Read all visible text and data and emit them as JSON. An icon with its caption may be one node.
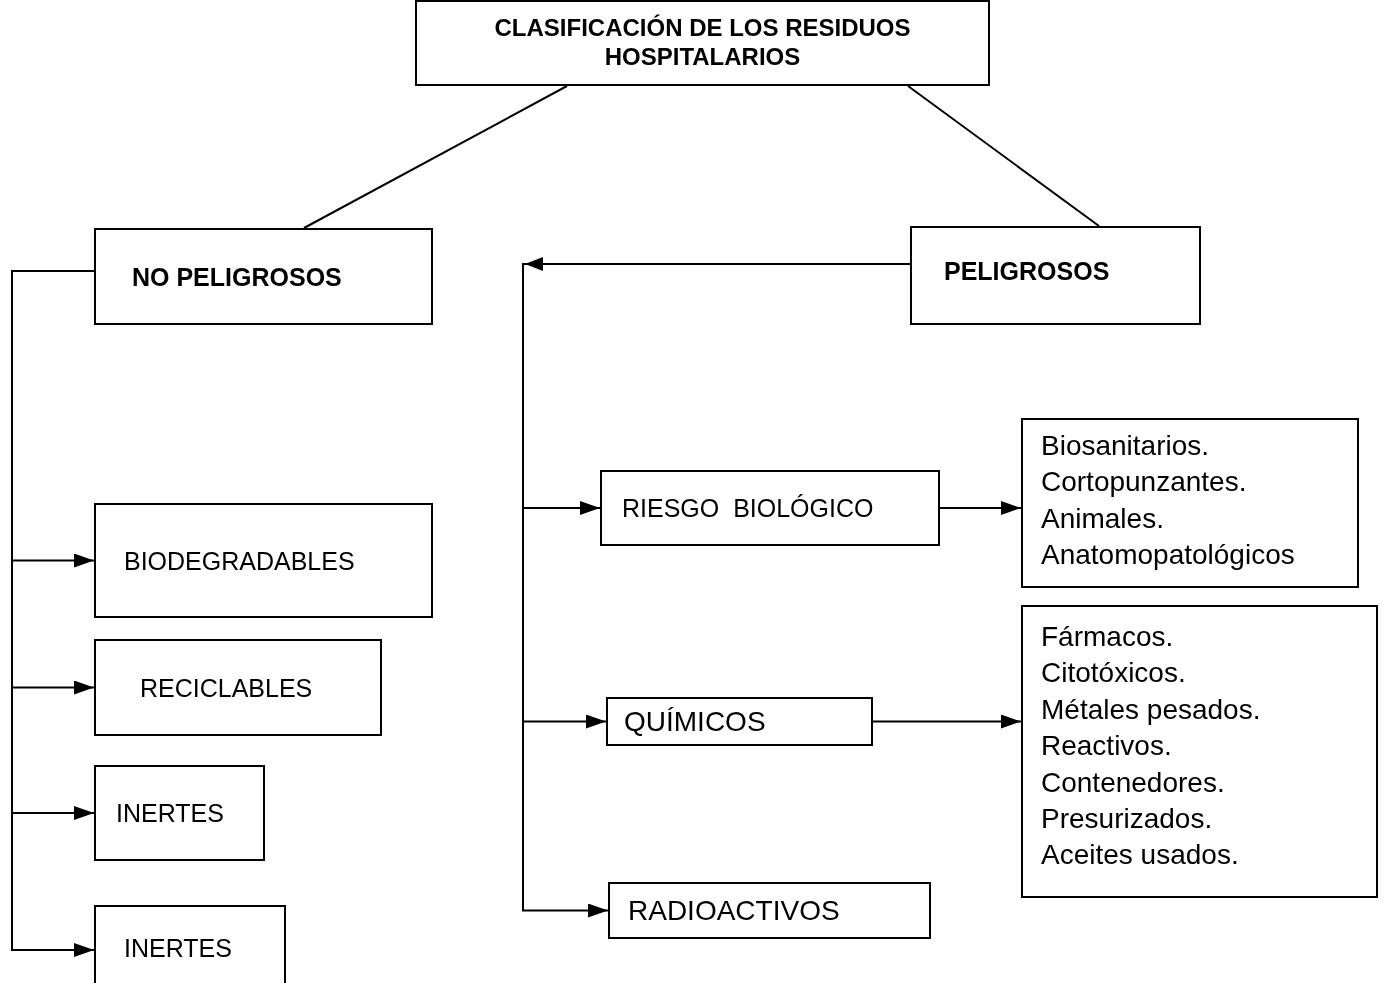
{
  "diagram": {
    "nodes": [
      {
        "text": [
          "CLASIFICACIÓN DE LOS RESIDUOS HOSPITALARIOS"
        ]
      },
      {
        "text": [
          "NO PELIGROSOS"
        ]
      },
      {
        "text": [
          "PELIGROSOS"
        ]
      },
      {
        "text": [
          "BIODEGRADABLES"
        ]
      },
      {
        "text": [
          "RECICLABLES"
        ]
      },
      {
        "text": [
          "INERTES"
        ]
      },
      {
        "text": [
          "INERTES"
        ]
      },
      {
        "text": [
          "RIESGO  BIOLÓGICO"
        ]
      },
      {
        "text": [
          "QUÍMICOS"
        ]
      },
      {
        "text": [
          "RADIOACTIVOS"
        ]
      },
      {
        "text": [
          "Biosanitarios.",
          "Cortopunzantes.",
          "Animales.",
          "Anatomopatológicos"
        ]
      },
      {
        "text": [
          "Fármacos.",
          "Citotóxicos.",
          "Métales pesados.",
          "Reactivos.",
          "Contenedores.",
          "Presurizados.",
          "Aceites usados."
        ]
      }
    ],
    "edges": [
      {
        "from": 0,
        "to": 1,
        "arrow": "none"
      },
      {
        "from": 0,
        "to": 2,
        "arrow": "none"
      },
      {
        "from": 1,
        "to": 3,
        "arrow": "to"
      },
      {
        "from": 1,
        "to": 4,
        "arrow": "to"
      },
      {
        "from": 1,
        "to": 5,
        "arrow": "to"
      },
      {
        "from": 1,
        "to": 6,
        "arrow": "to"
      },
      {
        "from": 2,
        "to": 7,
        "arrow": "to"
      },
      {
        "from": 2,
        "to": 8,
        "arrow": "to"
      },
      {
        "from": 2,
        "to": 9,
        "arrow": "to"
      },
      {
        "from": 7,
        "to": 10,
        "arrow": "to"
      },
      {
        "from": 8,
        "to": 11,
        "arrow": "to"
      }
    ]
  }
}
